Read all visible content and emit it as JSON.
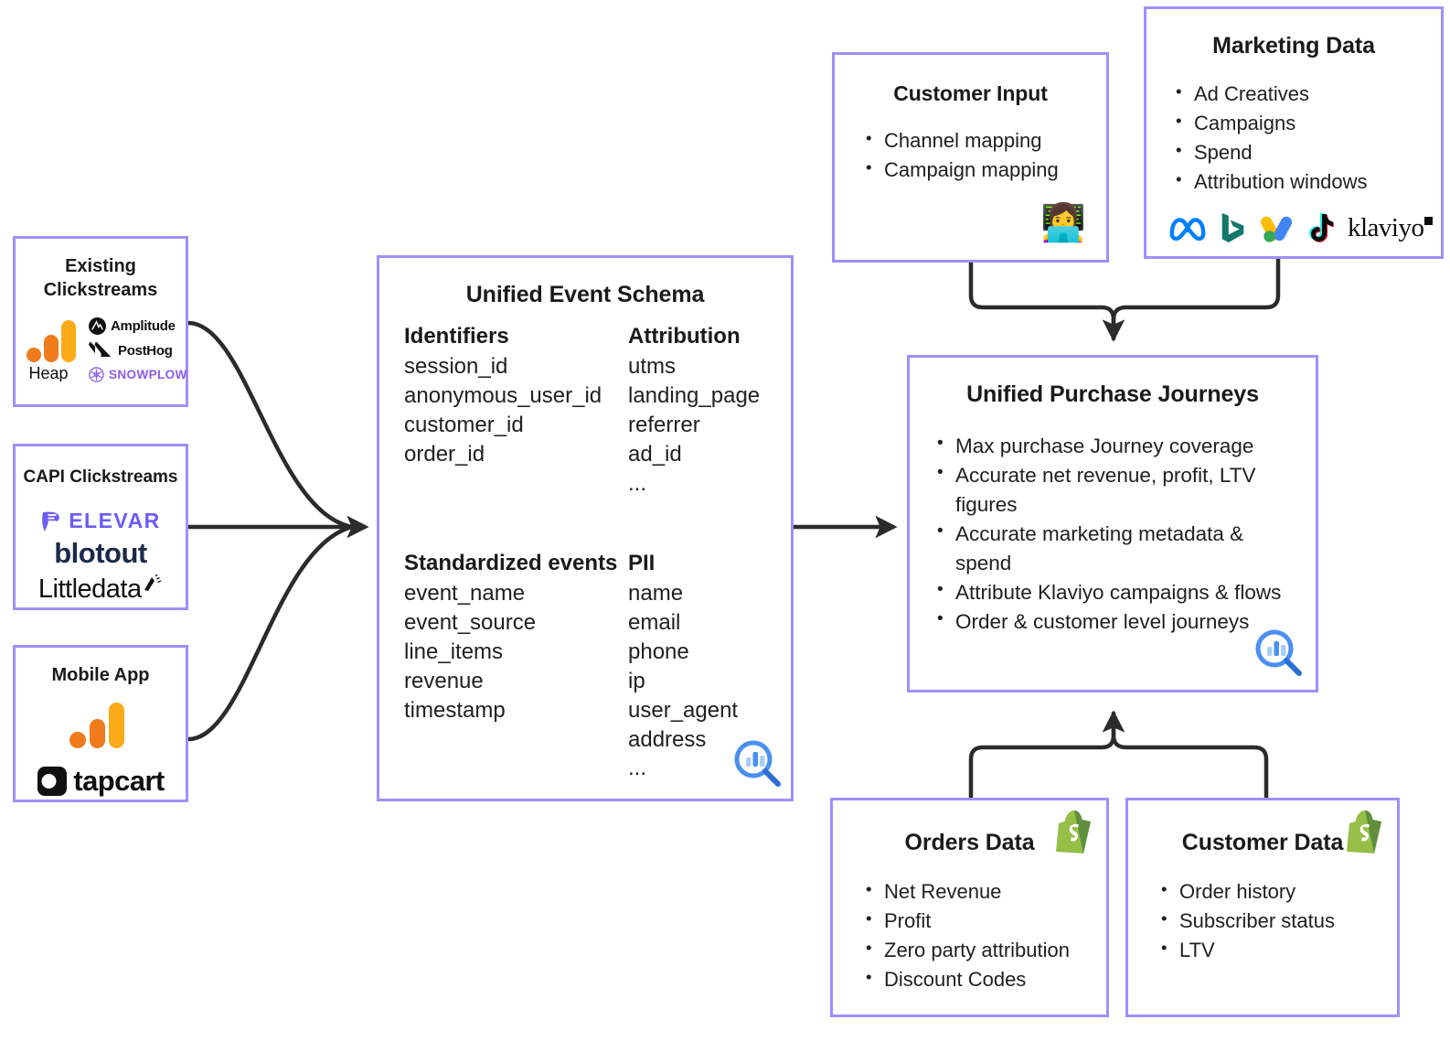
{
  "theme": {
    "box_border": "#a08ffc",
    "arrow": "#2b2b2b",
    "text": "#1a1a1a",
    "accent_blue": "#4a90f0",
    "shopify_green": "#95bf47",
    "heap_orange": "#f07b1d",
    "heap_yellow": "#fbab17",
    "snowplow_purple": "#8a5ef0",
    "elevar_purple": "#6e5bf5",
    "meta_blue": "#0081fb",
    "bing_teal": "#11786a",
    "google_yellow": "#fbbc04",
    "google_blue": "#4285f4",
    "google_green": "#34a853",
    "tiktok_cyan": "#25f4ee",
    "tiktok_pink": "#fe2c55"
  },
  "sources": {
    "existing_clickstreams": {
      "title": "Existing\nClickstreams",
      "title_line1": "Existing",
      "title_line2": "Clickstreams",
      "logos": [
        "Heap",
        "Amplitude",
        "PostHog",
        "SNOWPLOW"
      ]
    },
    "capi_clickstreams": {
      "title": "CAPI Clickstreams",
      "logos": [
        "ELEVAR",
        "blotout",
        "Littledata"
      ]
    },
    "mobile_app": {
      "title": "Mobile App",
      "logos": [
        "tapcart"
      ]
    }
  },
  "schema": {
    "title": "Unified Event Schema",
    "columns": [
      {
        "heading": "Identifiers",
        "items": [
          "session_id",
          "anonymous_user_id",
          "customer_id",
          "order_id"
        ]
      },
      {
        "heading": "Attribution",
        "items": [
          "utms",
          "landing_page",
          "referrer",
          "ad_id",
          "..."
        ]
      },
      {
        "heading": "Standardized events",
        "items": [
          "event_name",
          "event_source",
          "line_items",
          "revenue",
          "timestamp"
        ]
      },
      {
        "heading": "PII",
        "items": [
          "name",
          "email",
          "phone",
          "ip",
          "user_agent",
          "address",
          "..."
        ]
      }
    ],
    "badge_icon": "magnifier-chart-icon"
  },
  "customer_input": {
    "title": "Customer Input",
    "bullets": [
      "Channel mapping",
      "Campaign mapping"
    ],
    "emoji": "👩‍💻",
    "emoji_name": "woman-technologist-emoji"
  },
  "marketing_data": {
    "title": "Marketing Data",
    "bullets": [
      "Ad Creatives",
      "Campaigns",
      "Spend",
      "Attribution windows"
    ],
    "logos": [
      "Meta",
      "Bing",
      "Google Ads",
      "TikTok",
      "klaviyo"
    ]
  },
  "unified_purchase_journeys": {
    "title": "Unified Purchase Journeys",
    "bullets": [
      "Max purchase Journey coverage",
      "Accurate net revenue, profit, LTV figures",
      "Accurate marketing metadata & spend",
      "Attribute Klaviyo campaigns & flows",
      "Order & customer level journeys"
    ],
    "badge_icon": "magnifier-chart-icon"
  },
  "orders_data": {
    "title": "Orders Data",
    "bullets": [
      "Net Revenue",
      "Profit",
      "Zero party attribution",
      "Discount Codes"
    ],
    "logo": "Shopify"
  },
  "customer_data": {
    "title": "Customer Data",
    "bullets": [
      "Order history",
      "Subscriber status",
      "LTV"
    ],
    "logo": "Shopify"
  }
}
